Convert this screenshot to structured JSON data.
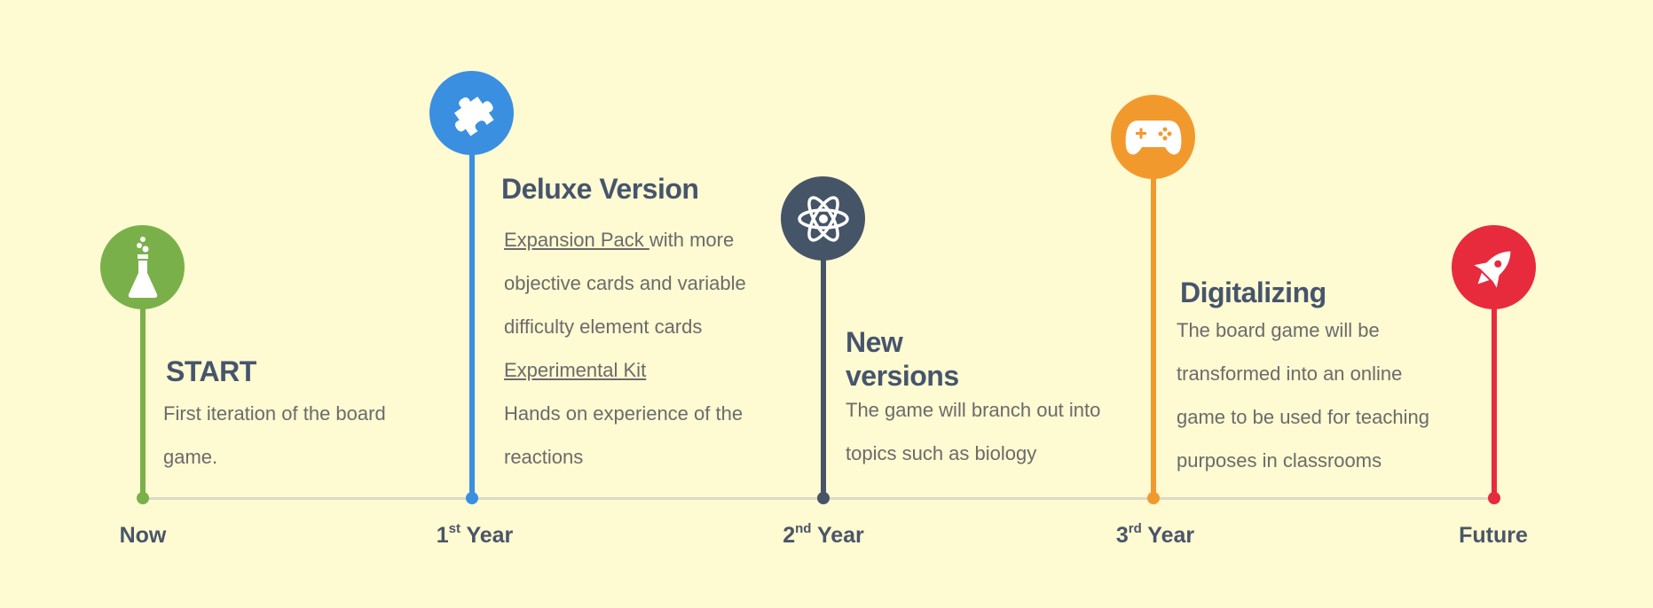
{
  "colors": {
    "background": "#fefad2",
    "axis": "#dcd9c8",
    "green": "#7ab04a",
    "blue": "#3a8fe0",
    "slate": "#465467",
    "orange": "#f2992e",
    "red": "#e82a3d",
    "title_text": "#46556c",
    "body_text": "#6b6b6b"
  },
  "milestones": [
    {
      "axis_label": "Now",
      "icon": "flask-icon",
      "title": "START",
      "body": "First iteration of the board game."
    },
    {
      "axis_label_num": "1",
      "axis_label_sup": "st",
      "axis_label_rest": " Year",
      "icon": "puzzle-icon",
      "title": "Deluxe Version",
      "item1_link": "Expansion Pack ",
      "item1_text": "with more objective cards and variable difficulty element cards",
      "item2_link": "Experimental Kit",
      "item2_text": "Hands on experience of the reactions"
    },
    {
      "axis_label_num": "2",
      "axis_label_sup": "nd",
      "axis_label_rest": " Year",
      "icon": "atom-icon",
      "title_line1": "New",
      "title_line2": "versions",
      "body": "The game will branch out into topics such as biology"
    },
    {
      "axis_label_num": "3",
      "axis_label_sup": "rd",
      "axis_label_rest": " Year",
      "icon": "gamepad-icon",
      "title": "Digitalizing",
      "body": "The board game will be transformed into an online game to be used for teaching purposes in classrooms"
    },
    {
      "axis_label": "Future",
      "icon": "rocket-icon"
    }
  ]
}
